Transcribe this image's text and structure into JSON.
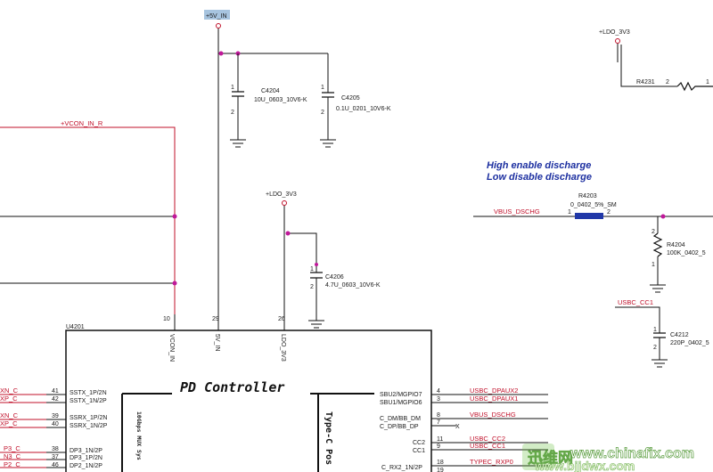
{
  "nets": {
    "v5_in": "+5V_IN",
    "ldo_top": "+LDO_3V3",
    "ldo_mid": "+LDO_3V3",
    "vcon": "+VCON_IN_R",
    "vbus_dschg": "VBUS_DSCHG",
    "usbc_cc1": "USBC_CC1"
  },
  "components": {
    "c4204": {
      "ref": "C4204",
      "value": "10U_0603_10V6-K",
      "pin1": "1",
      "pin2": "2"
    },
    "c4205": {
      "ref": "C4205",
      "value": "0.1U_0201_10V6-K",
      "pin1": "1",
      "pin2": "2"
    },
    "c4206": {
      "ref": "C4206",
      "value": "4.7U_0603_10V6-K",
      "pin1": "1",
      "pin2": "2"
    },
    "r4231": {
      "ref": "R4231",
      "pin1": "2",
      "pin2": "1"
    },
    "r4203": {
      "ref": "R4203",
      "value": "0_0402_5%_SM",
      "pin1": "1",
      "pin2": "2"
    },
    "r4204": {
      "ref": "R4204",
      "value": "100K_0402_5",
      "pin1": "2",
      "pin2": "1"
    },
    "c4212": {
      "ref": "C4212",
      "value": "220P_0402_5",
      "pin1": "1",
      "pin2": "2"
    }
  },
  "annotation": {
    "line1": "High  enable discharge",
    "line2": "Low  disable discharge"
  },
  "ic": {
    "ref": "U4201",
    "title": "PD Controller",
    "sub_left": "10Gbps MUX Sys",
    "sub_right": "Type-C Pos",
    "top_pins": [
      {
        "num": "10",
        "name": "VCON_IN"
      },
      {
        "num": "29",
        "name": "5V_IN"
      },
      {
        "num": "26",
        "name": "LDO_3V3"
      }
    ],
    "left_pins": [
      {
        "net": "XN_C",
        "num": "41",
        "name": "SSTX_1P/2N"
      },
      {
        "net": "XP_C",
        "num": "42",
        "name": "SSTX_1N/2P"
      },
      {
        "net": "XN_C",
        "num": "39",
        "name": "SSRX_1P/2N"
      },
      {
        "net": "XP_C",
        "num": "40",
        "name": "SSRX_1N/2P"
      },
      {
        "net": "P3_C",
        "num": "38",
        "name": "DP3_1N/2P"
      },
      {
        "net": "N3_C",
        "num": "37",
        "name": "DP3_1P/2N"
      },
      {
        "net": "P2_C",
        "num": "46",
        "name": "DP2_1N/2P"
      }
    ],
    "right_pins": [
      {
        "name": "SBU2/MGPIO7",
        "num": "4",
        "net": "USBC_DPAUX2"
      },
      {
        "name": "SBU1/MGPIO6",
        "num": "3",
        "net": "USBC_DPAUX1"
      },
      {
        "name": "C_DM/BB_DM",
        "num": "8",
        "net": "VBUS_DSCHG"
      },
      {
        "name": "C_DP/BB_DP",
        "num": "7",
        "net": ""
      },
      {
        "name": "CC2",
        "num": "11",
        "net": "USBC_CC2"
      },
      {
        "name": "CC1",
        "num": "9",
        "net": "USBC_CC1"
      },
      {
        "name": "C_RX2_1N/2P",
        "num": "18",
        "net": "TYPEC_RXP0"
      },
      {
        "name": "",
        "num": "19",
        "net": ""
      }
    ],
    "nc_mark": "X"
  },
  "watermark": {
    "brand": "迅维网",
    "url": "www.chinafix.com",
    "url2": "www.bjjdwx.com"
  }
}
